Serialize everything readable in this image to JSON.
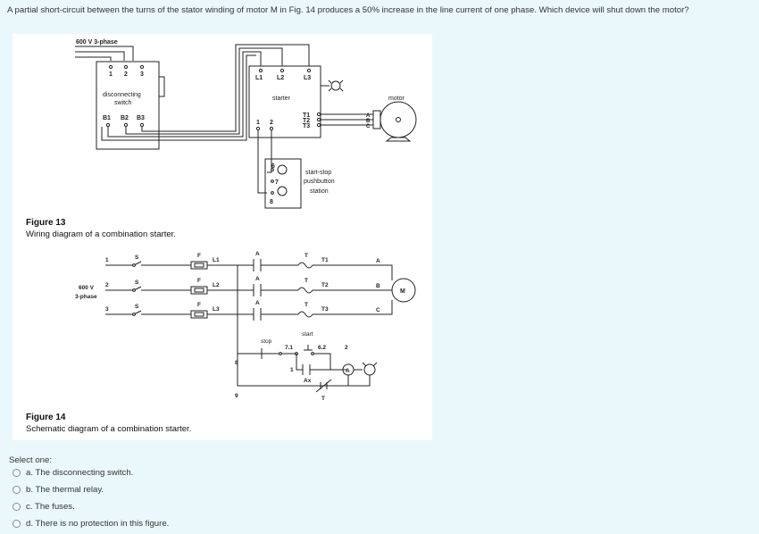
{
  "question": {
    "text": "A partial short-circuit between the turns of the stator winding of motor M in Fig. 14 produces a 50% increase in the line current of one phase. Which device will shut down the motor?"
  },
  "figure13": {
    "supply_label": "600 V  3-phase",
    "switch_terminals_top": [
      "1",
      "2",
      "3"
    ],
    "switch_label_line1": "disconnecting",
    "switch_label_line2": "switch",
    "switch_terminals_bottom": [
      "B1",
      "B2",
      "B3"
    ],
    "starter_lines": [
      "L1",
      "L2",
      "L3"
    ],
    "starter_label": "starter",
    "starter_control_terminals": [
      "1",
      "2"
    ],
    "starter_outputs": [
      "T1",
      "T2",
      "T3"
    ],
    "motor_terminals": [
      "A",
      "B",
      "C"
    ],
    "motor_label": "motor",
    "station_terminals": [
      "6",
      "7",
      "8"
    ],
    "station_label_line1": "start-stop",
    "station_label_line2": "pushbutton",
    "station_label_line3": "station",
    "caption_title": "Figure 13",
    "caption_sub": "Wiring diagram of a combination starter."
  },
  "figure14": {
    "line_numbers": [
      "1",
      "2",
      "3"
    ],
    "supply_label_line1": "600 V",
    "supply_label_line2": "3-phase",
    "switch_label": "S",
    "fuse_label": "F",
    "line_labels": [
      "L1",
      "L2",
      "L3"
    ],
    "contact_label": "A",
    "thermal_label": "T",
    "output_labels": [
      "T1",
      "T2",
      "T3"
    ],
    "motor_phase_labels": [
      "A",
      "B",
      "C"
    ],
    "motor_label": "M",
    "stop_label": "stop",
    "start_label": "start",
    "control_points": [
      "7.1",
      "6.2",
      "2",
      "8",
      "1",
      "9"
    ],
    "aux_contact_label": "Ax",
    "coil_label": "A",
    "relay_label": "T",
    "caption_title": "Figure 14",
    "caption_sub": "Schematic diagram of a combination starter."
  },
  "answers": {
    "prompt": "Select one:",
    "options": [
      "a. The disconnecting switch.",
      "b. The thermal relay.",
      "c. The fuses.",
      "d. There is no protection in this figure."
    ]
  }
}
